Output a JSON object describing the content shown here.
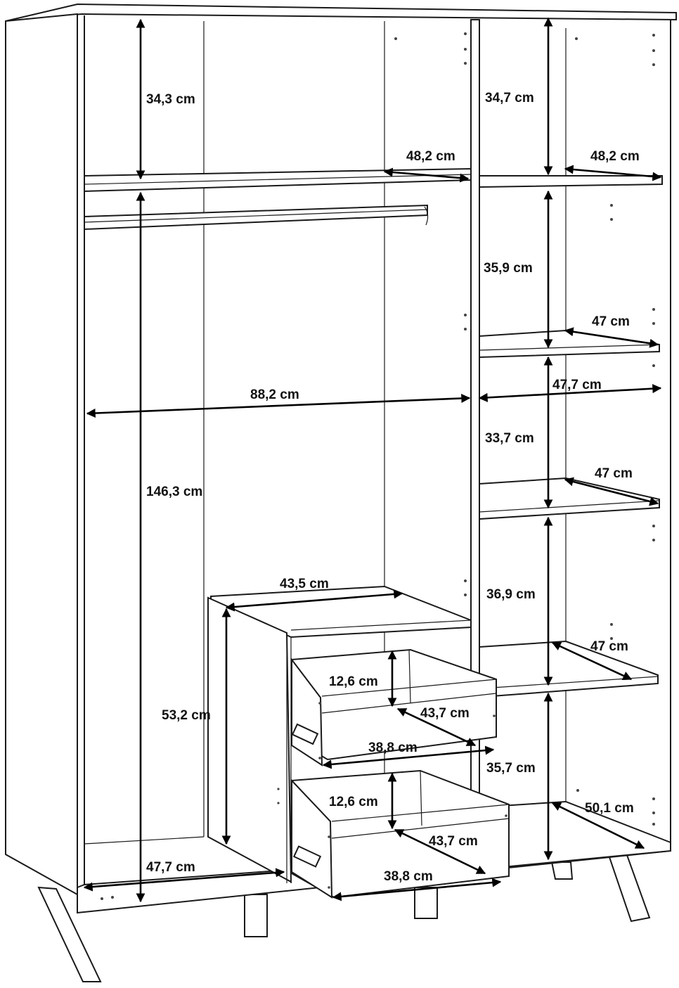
{
  "labels": {
    "left_top_height": "34,3 cm",
    "left_top_depth": "48,2 cm",
    "right_top_height": "34,7 cm",
    "right_top_depth": "48,2 cm",
    "right_shelf2_height": "35,9 cm",
    "right_shelf2_depth": "47 cm",
    "left_width": "88,2 cm",
    "right_width": "47,7 cm",
    "right_shelf3_height": "33,7 cm",
    "right_shelf3_depth": "47 cm",
    "hanging_height": "146,3 cm",
    "right_shelf4_height": "36,9 cm",
    "drawer_unit_width": "43,5 cm",
    "right_shelf4_depth": "47 cm",
    "drawer_top_height": "12,6 cm",
    "drawer_top_depth": "43,7 cm",
    "drawer_unit_height": "53,2 cm",
    "drawer_top_width": "38,8 cm",
    "right_bottom_height": "35,7 cm",
    "drawer_bottom_height": "12,6 cm",
    "right_bottom_depth": "50,1 cm",
    "drawer_bottom_depth": "43,7 cm",
    "left_bottom_depth": "47,7 cm",
    "drawer_bottom_width": "38,8 cm"
  }
}
